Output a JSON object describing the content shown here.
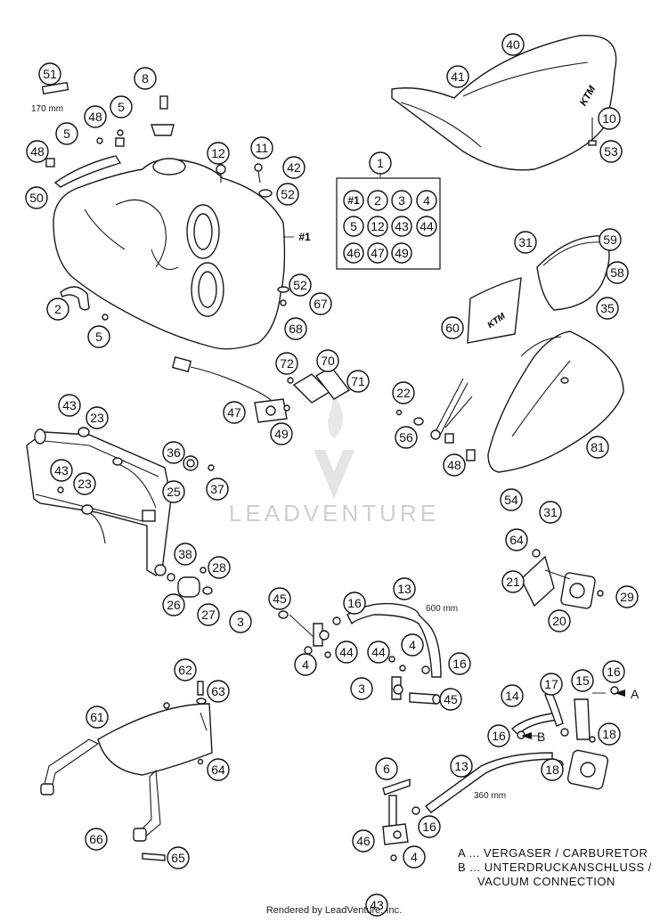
{
  "callouts": {
    "c51": "51",
    "c8": "8",
    "c48a": "48",
    "c5a": "5",
    "c48b": "48",
    "c5b": "5",
    "c50": "50",
    "c12": "12",
    "c11": "11",
    "c42": "42",
    "c52a": "52",
    "c1": "1",
    "c40": "40",
    "c41": "41",
    "c10": "10",
    "c53": "53",
    "c2": "2",
    "c5c": "5",
    "c52b": "52",
    "c67": "67",
    "c68": "68",
    "c59": "59",
    "c31a": "31",
    "c58": "58",
    "c35": "35",
    "c60": "60",
    "c72": "72",
    "c70": "70",
    "c71": "71",
    "c47": "47",
    "c49": "49",
    "c22": "22",
    "c56": "56",
    "c81": "81",
    "c48c": "48",
    "c43a": "43",
    "c23a": "23",
    "c36": "36",
    "c37": "37",
    "c43b": "43",
    "c23b": "23",
    "c25": "25",
    "c38": "38",
    "c28": "28",
    "c26": "26",
    "c27": "27",
    "c54": "54",
    "c31b": "31",
    "c64a": "64",
    "c21": "21",
    "c20": "20",
    "c29": "29",
    "c45a": "45",
    "c16a": "16",
    "c13a": "13",
    "c3a": "3",
    "c4a": "4",
    "c44a": "44",
    "c44b": "44",
    "c4b": "4",
    "c16b": "16",
    "c3b": "3",
    "c45b": "45",
    "c62": "62",
    "c63": "63",
    "c61": "61",
    "c64b": "64",
    "c66": "66",
    "c65": "65",
    "c14": "14",
    "c17": "17",
    "c15": "15",
    "c16c": "16",
    "c16d": "16",
    "c18a": "18",
    "c18b": "18",
    "c13b": "13",
    "c6": "6",
    "c46": "46",
    "c16e": "16",
    "c4c": "4",
    "c43c": "43"
  },
  "kit_grid": [
    "#1",
    "2",
    "3",
    "4",
    "5",
    "12",
    "43",
    "44",
    "46",
    "47",
    "49"
  ],
  "tank_label": "#1",
  "dimensions": {
    "strap": "170 mm",
    "hose_upper": "600 mm",
    "hose_lower": "360 mm"
  },
  "arrows": {
    "a": "A",
    "b": "B"
  },
  "legend": {
    "line_a": "A ... VERGASER / CARBURETOR",
    "line_b": "B ... UNTERDRUCKANSCHLUSS /",
    "line_c": "VACUUM CONNECTION"
  },
  "watermark": "LEADVENTURE",
  "footer": "Rendered by LeadVenture, Inc."
}
